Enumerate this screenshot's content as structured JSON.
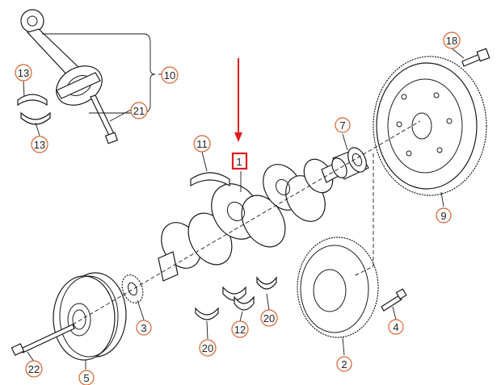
{
  "callouts": {
    "c1": "1",
    "c2": "2",
    "c3": "3",
    "c4": "4",
    "c5": "5",
    "c7": "7",
    "c9": "9",
    "c10": "10",
    "c11": "11",
    "c12": "12",
    "c13a": "13",
    "c13b": "13",
    "c18": "18",
    "c20a": "20",
    "c20b": "20",
    "c21": "21",
    "c22": "22"
  },
  "colors": {
    "callout_ring": "#d9622b",
    "highlight": "#e21b1b",
    "line": "#1a1a1a"
  },
  "highlighted_part": "1"
}
